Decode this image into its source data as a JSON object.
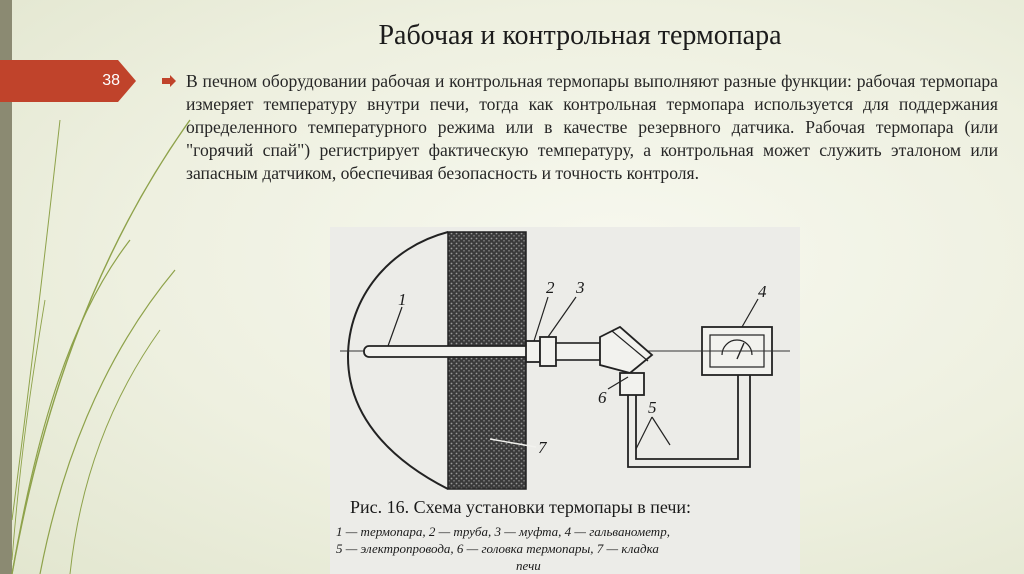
{
  "slide": {
    "number": "38",
    "title": "Рабочая и контрольная термопара",
    "body": "В печном оборудовании рабочая и контрольная термопары выполняют разные функции: рабочая термопара измеряет температуру внутри печи, тогда как контрольная термопара используется для поддержания определенного температурного режима или в качестве резервного датчика. Рабочая термопара (или \"горячий спай\") регистрирует фактическую температуру, а контрольная может служить эталоном или запасным датчиком, обеспечивая безопасность и точность контроля."
  },
  "figure": {
    "labels": [
      "1",
      "2",
      "3",
      "4",
      "5",
      "6",
      "7"
    ],
    "caption_title": "Рис. 16. Схема установки термопары в печи:",
    "caption_line1": "1 — термопара, 2 — труба, 3 — муфта, 4 — гальванометр,",
    "caption_line2": "5 — электропровода, 6 — головка термопары, 7 — кладка",
    "caption_line3": "печи"
  },
  "colors": {
    "accent": "#c0432b",
    "strip": "#8b8a72",
    "deco_lines": "#8ea24a"
  }
}
